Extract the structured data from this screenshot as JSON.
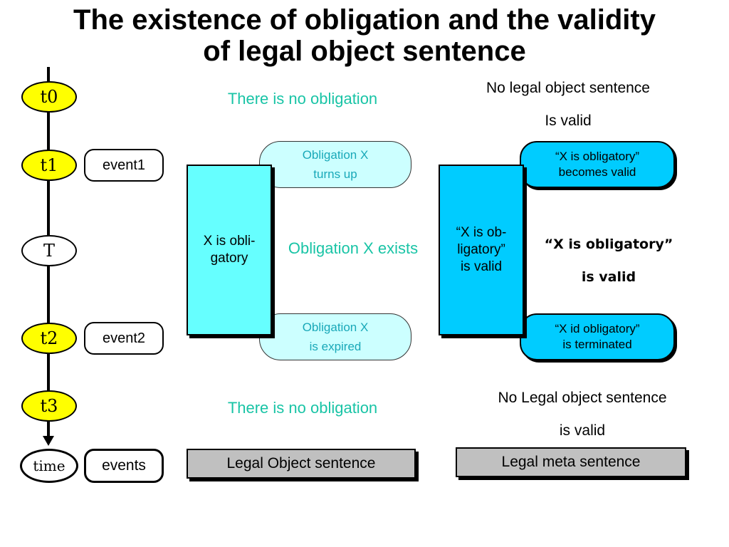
{
  "title": {
    "line1": "The existence of obligation and the validity",
    "line2": "of legal object sentence"
  },
  "timeline": {
    "nodes": [
      "t0",
      "t1",
      "T",
      "t2",
      "t3",
      "time"
    ],
    "events": [
      "event1",
      "event2",
      "events"
    ]
  },
  "object_column": {
    "no_obligation_top": "There is no obligation",
    "turns_up": [
      "Obligation X",
      "turns up"
    ],
    "obligatory_box": [
      "X is obli-",
      "gatory"
    ],
    "exists": "Obligation X exists",
    "expired": [
      "Obligation X",
      "is expired"
    ],
    "no_obligation_bottom": "There is no obligation",
    "footer": "Legal Object sentence"
  },
  "meta_column": {
    "no_valid_top": [
      "No legal object sentence",
      "Is valid"
    ],
    "becomes_valid": [
      "“X is obligatory”",
      "becomes valid"
    ],
    "valid_box": [
      "“X is ob-",
      "ligatory”",
      "is valid"
    ],
    "is_valid_bold": [
      "“X is obligatory”",
      "is valid"
    ],
    "terminated": [
      "“X id obligatory”",
      "is terminated"
    ],
    "no_valid_bottom": [
      "No Legal object sentence",
      "is valid"
    ],
    "footer": "Legal meta sentence"
  }
}
